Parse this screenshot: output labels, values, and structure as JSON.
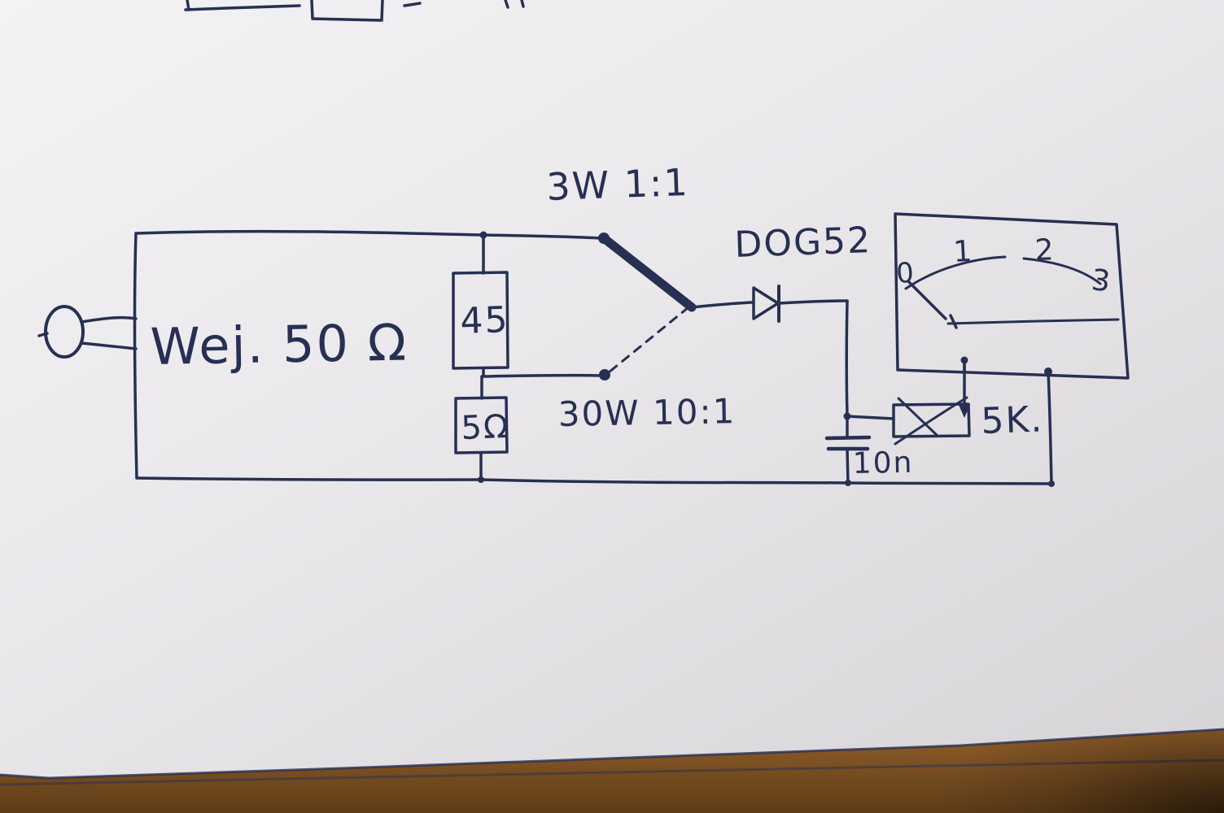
{
  "diagram": {
    "labels": {
      "input": "Wej. 50 Ω",
      "resistor_top": "45",
      "resistor_bottom": "5Ω",
      "switch_pos_top": "3W 1:1",
      "switch_pos_bottom": "30W 10:1",
      "diode": "DOG52",
      "capacitor": "10n",
      "potentiometer": "5K.",
      "meter_scale": [
        "0",
        "1",
        "2",
        "3"
      ]
    },
    "colors": {
      "ink": "#273052",
      "paper": "#e9e7ea",
      "wood": "#8a5a28"
    }
  }
}
